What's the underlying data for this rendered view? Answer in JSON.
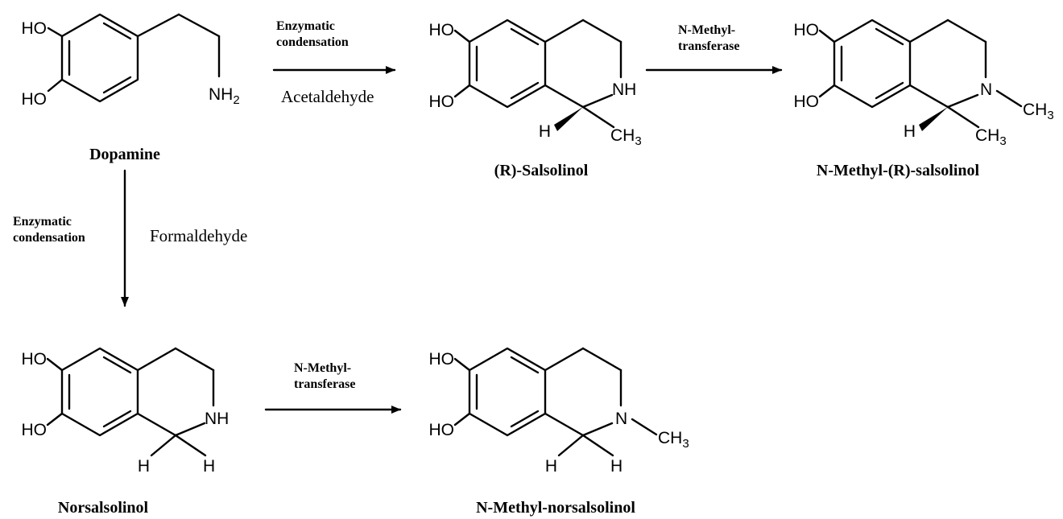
{
  "molecules": {
    "dopamine": {
      "name": "Dopamine",
      "atoms": {
        "oh_top": "HO",
        "oh_bottom": "HO",
        "amine": "NH",
        "amine_sub": "2"
      }
    },
    "r_salsolinol": {
      "name": "(R)-Salsolinol",
      "atoms": {
        "oh_top": "HO",
        "oh_bottom": "HO",
        "n": "NH",
        "h": "H",
        "methyl": "CH",
        "methyl_sub": "3"
      }
    },
    "n_methyl_r_salsolinol": {
      "name": "N-Methyl-(R)-salsolinol",
      "atoms": {
        "oh_top": "HO",
        "oh_bottom": "HO",
        "n": "N",
        "n_methyl": "CH",
        "n_methyl_sub": "3",
        "h": "H",
        "methyl": "CH",
        "methyl_sub": "3"
      }
    },
    "norsalsolinol": {
      "name": "Norsalsolinol",
      "atoms": {
        "oh_top": "HO",
        "oh_bottom": "HO",
        "n": "NH",
        "h1": "H",
        "h2": "H"
      }
    },
    "n_methyl_norsalsolinol": {
      "name": "N-Methyl-norsalsolinol",
      "atoms": {
        "oh_top": "HO",
        "oh_bottom": "HO",
        "n": "N",
        "n_methyl": "CH",
        "n_methyl_sub": "3",
        "h1": "H",
        "h2": "H"
      }
    }
  },
  "reactions": {
    "dopamine_to_r_salsolinol": {
      "enzyme_line1": "Enzymatic",
      "enzyme_line2": "condensation",
      "reagent": "Acetaldehyde"
    },
    "r_salsolinol_to_n_methyl": {
      "enzyme_line1": "N-Methyl-",
      "enzyme_line2": "transferase"
    },
    "dopamine_to_norsalsolinol": {
      "enzyme_line1": "Enzymatic",
      "enzyme_line2": "condensation",
      "reagent": "Formaldehyde"
    },
    "norsalsolinol_to_n_methyl": {
      "enzyme_line1": "N-Methyl-",
      "enzyme_line2": "transferase"
    }
  }
}
